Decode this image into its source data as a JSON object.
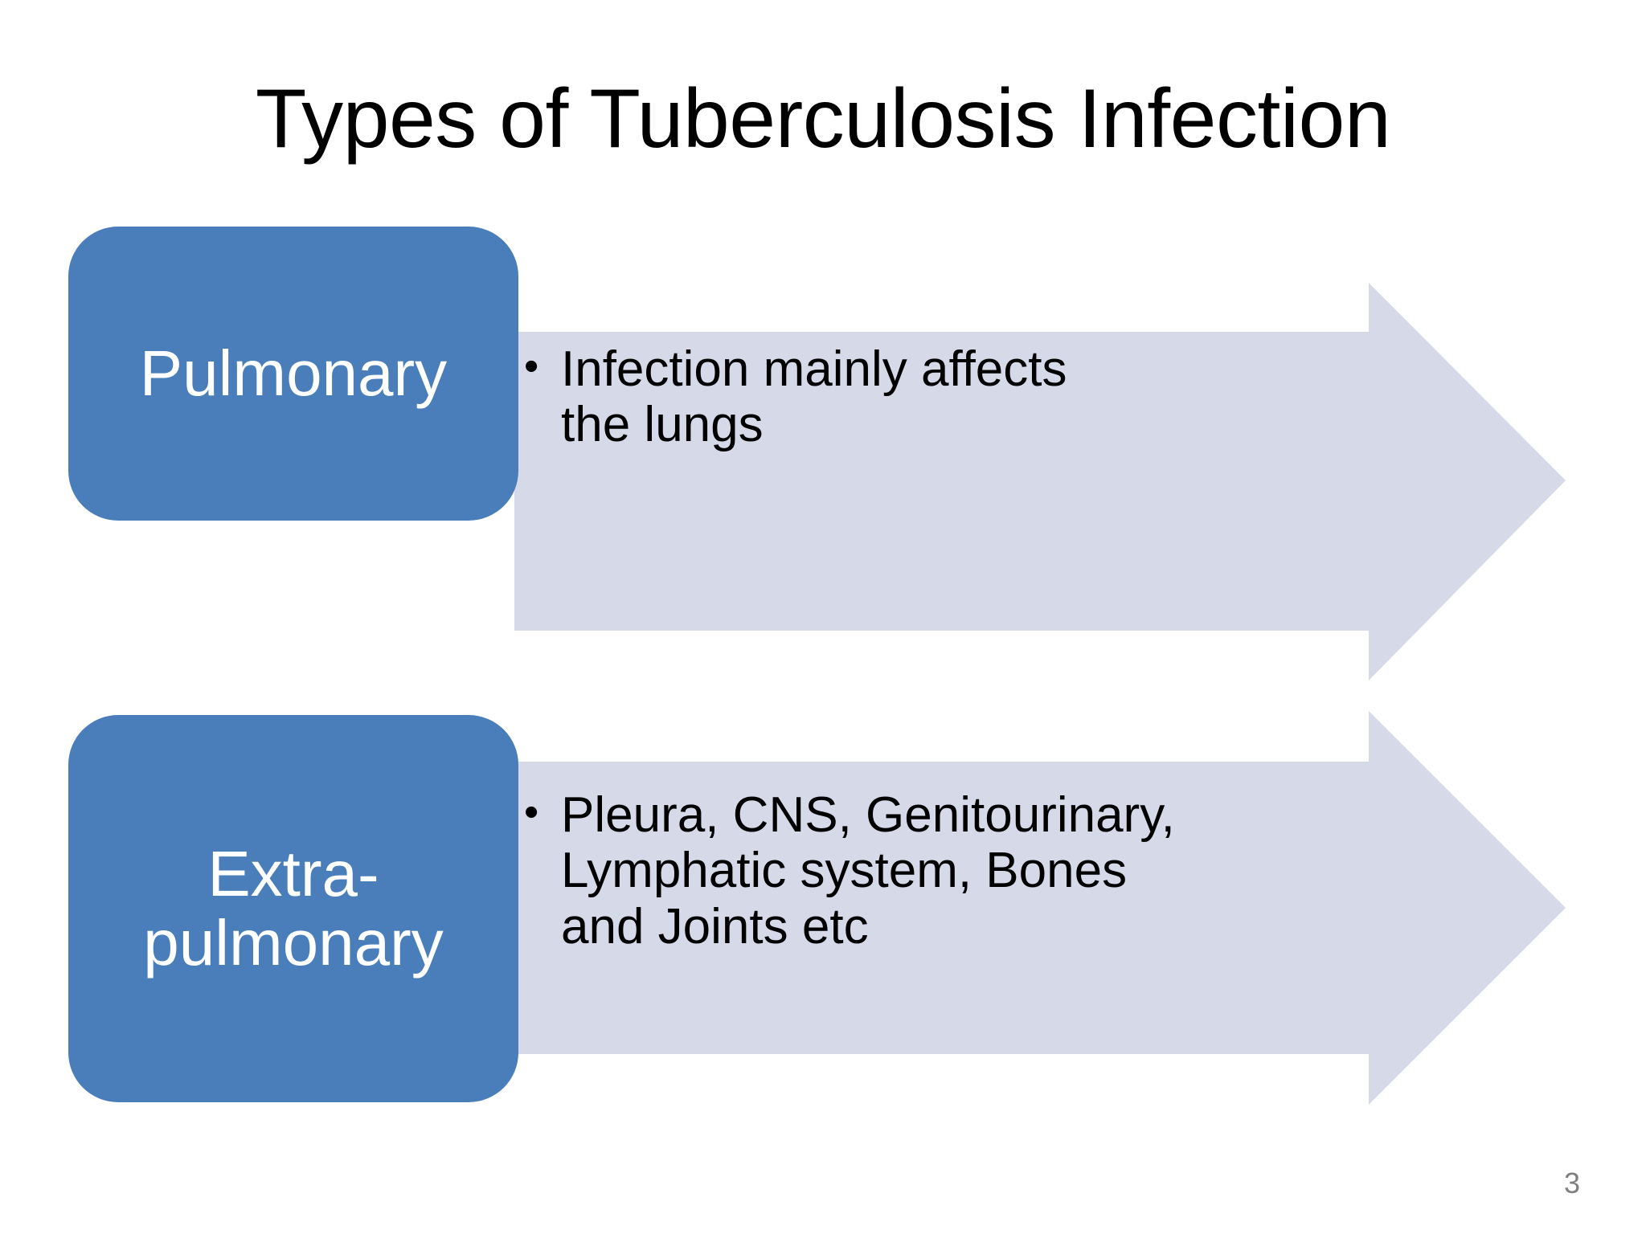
{
  "slide": {
    "title": "Types of Tuberculosis Infection",
    "page_number": "3",
    "background_color": "#FFFFFF",
    "box_color": "#4A7EBB",
    "arrow_color": "#D6DAE8",
    "title_color": "#000000",
    "box_text_color": "#FFFFFF",
    "bullet_text_color": "#000000",
    "page_number_color": "#808080"
  },
  "rows": [
    {
      "label": "Pulmonary",
      "bullet_marker": "•",
      "bullet": "Infection mainly affects the lungs"
    },
    {
      "label": "Extra-pulmonary",
      "bullet_marker": "•",
      "bullet": "Pleura, CNS, Genitourinary, Lymphatic system, Bones and Joints etc"
    }
  ]
}
